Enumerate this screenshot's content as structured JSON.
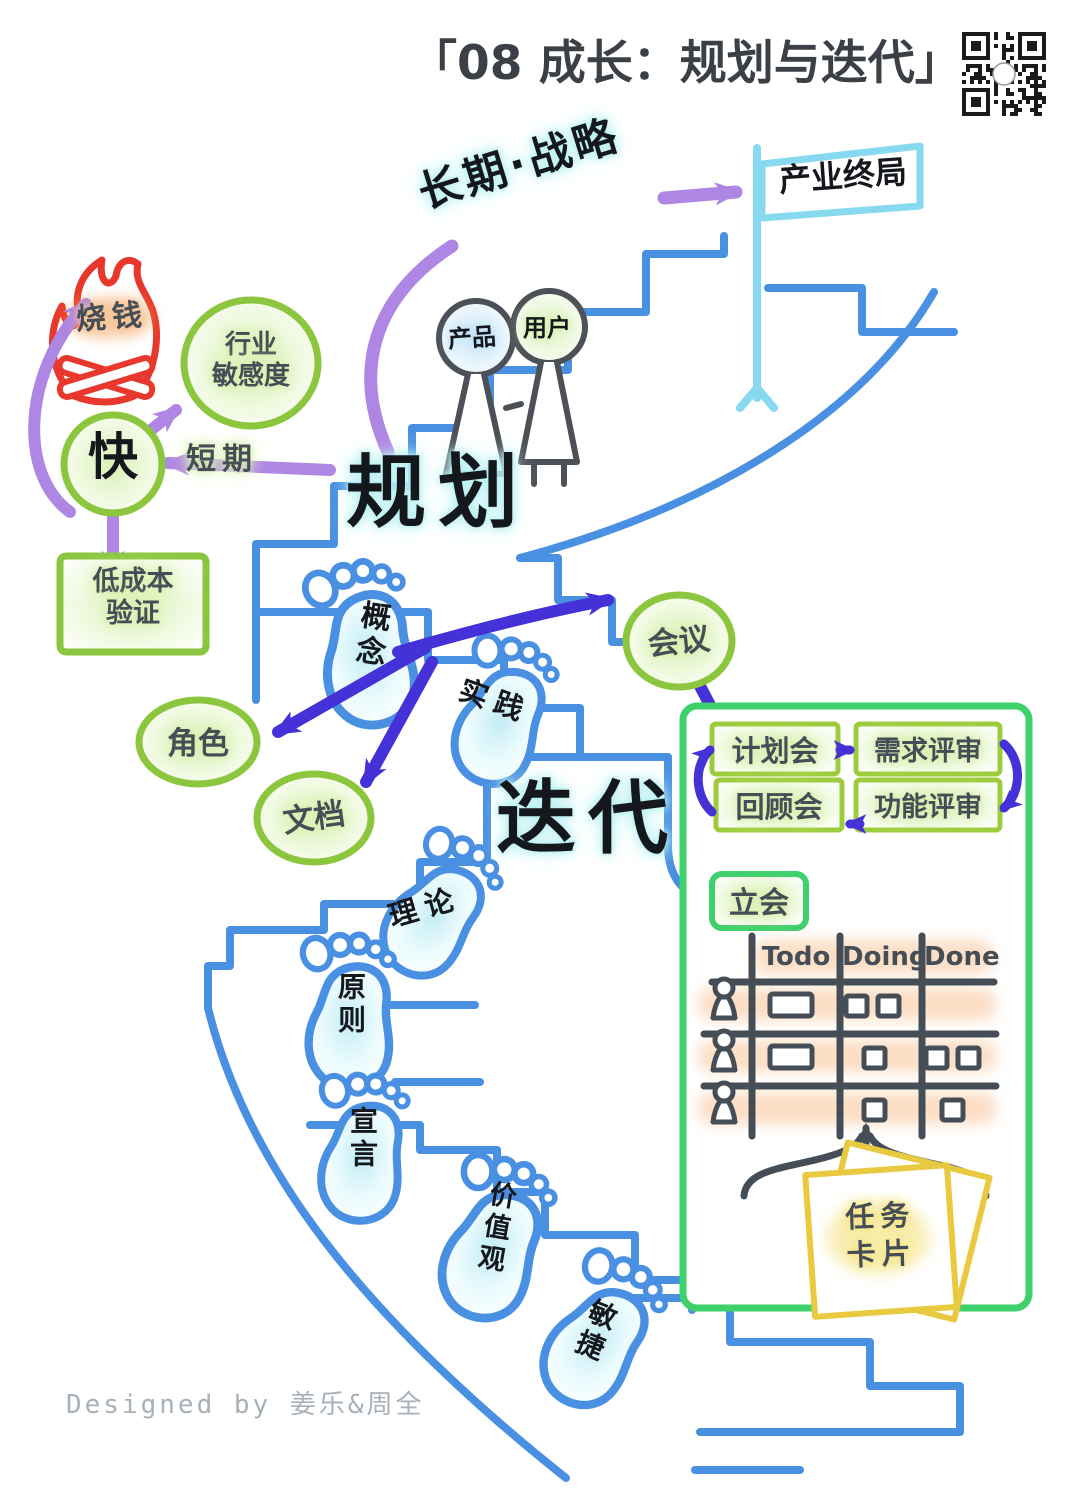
{
  "title": "「08 成长：规划与迭代」",
  "strategy": {
    "path_label": "长期·战略",
    "flag_label": "产业终局"
  },
  "people": {
    "product": "产品",
    "user": "用户"
  },
  "left_cluster": {
    "burn_money": "烧钱",
    "industry_sensitivity": "行业\n敏感度",
    "fast": "快",
    "short_term": "短期",
    "low_cost_validation": "低成本\n验证"
  },
  "stages": {
    "planning": "规划",
    "iteration": "迭代"
  },
  "footprints": {
    "concept": "概念",
    "practice": "实践",
    "theory": "理论",
    "principle": "原则",
    "manifesto": "宣言",
    "values": "价值观",
    "agile": "敏捷"
  },
  "bubbles": {
    "meeting": "会议",
    "role": "角色",
    "document": "文档"
  },
  "meeting_panel": {
    "planning_meeting": "计划会",
    "requirement_review": "需求评审",
    "retrospective": "回顾会",
    "feature_review": "功能评审",
    "standup": "立会",
    "kanban": {
      "columns": [
        "Todo",
        "Doing",
        "Done"
      ],
      "rows": [
        {
          "member": "person",
          "todo": 1,
          "doing": 2,
          "done": 0
        },
        {
          "member": "person",
          "todo": 1,
          "doing": 1,
          "done": 2
        },
        {
          "member": "person",
          "todo": 0,
          "doing": 1,
          "done": 1
        }
      ]
    },
    "task_card": "任务\n卡片"
  },
  "credit": "Designed by 姜乐&周全",
  "colors": {
    "stair_blue": "#4a90e2",
    "leaf_green": "#8cc63e",
    "panel_green": "#3ed06b",
    "purple_light": "#ae86e3",
    "indigo": "#4431d8",
    "fire_red": "#e8372c",
    "highlight_orange": "#f5a963",
    "sticky_yellow": "#e9c93f",
    "ink": "#454e57",
    "cyan_glow": "#a9e8ef"
  }
}
